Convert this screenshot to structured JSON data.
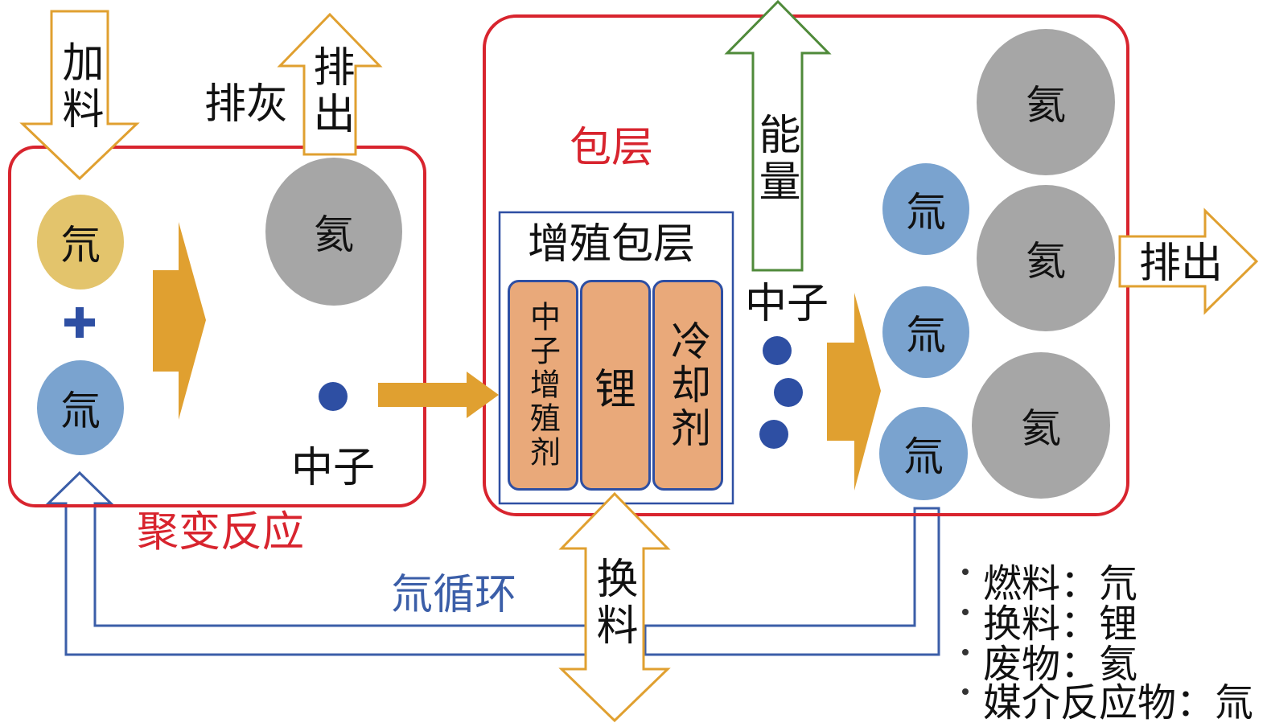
{
  "fusion": {
    "feed_label": "加料",
    "ash_label": "排灰",
    "exhaust_label": "排出",
    "deuterium": "氘",
    "plus": "+",
    "tritium": "氚",
    "helium": "氦",
    "neutron_label": "中子",
    "title": "聚变反应"
  },
  "blanket": {
    "title": "包层",
    "energy_label": "能量",
    "breeding_title": "增殖包层",
    "bars": [
      "中子增殖剂",
      "锂",
      "冷却剂"
    ],
    "neutron_label": "中子",
    "tritium_items": [
      "氚",
      "氚",
      "氚"
    ],
    "helium_items": [
      "氦",
      "氦",
      "氦"
    ],
    "exhaust_label": "排出"
  },
  "cycle": {
    "tritium_cycle_label": "氚循环",
    "refuel_label": "换料"
  },
  "legend": [
    "燃料：氘",
    "换料：锂",
    "废物：氦",
    "媒介反应物：氚"
  ],
  "colors": {
    "box_border": "#d8242e",
    "cycle_blue": "#3b5ea8",
    "energy_green": "#4f8a3a",
    "arrow_gold": "#e0a030",
    "deuterium": "#e3c46c",
    "tritium": "#7aa3cf",
    "helium": "#a6a6a6",
    "neutron": "#2e4fa3",
    "bar_fill": "#e9a97a"
  }
}
